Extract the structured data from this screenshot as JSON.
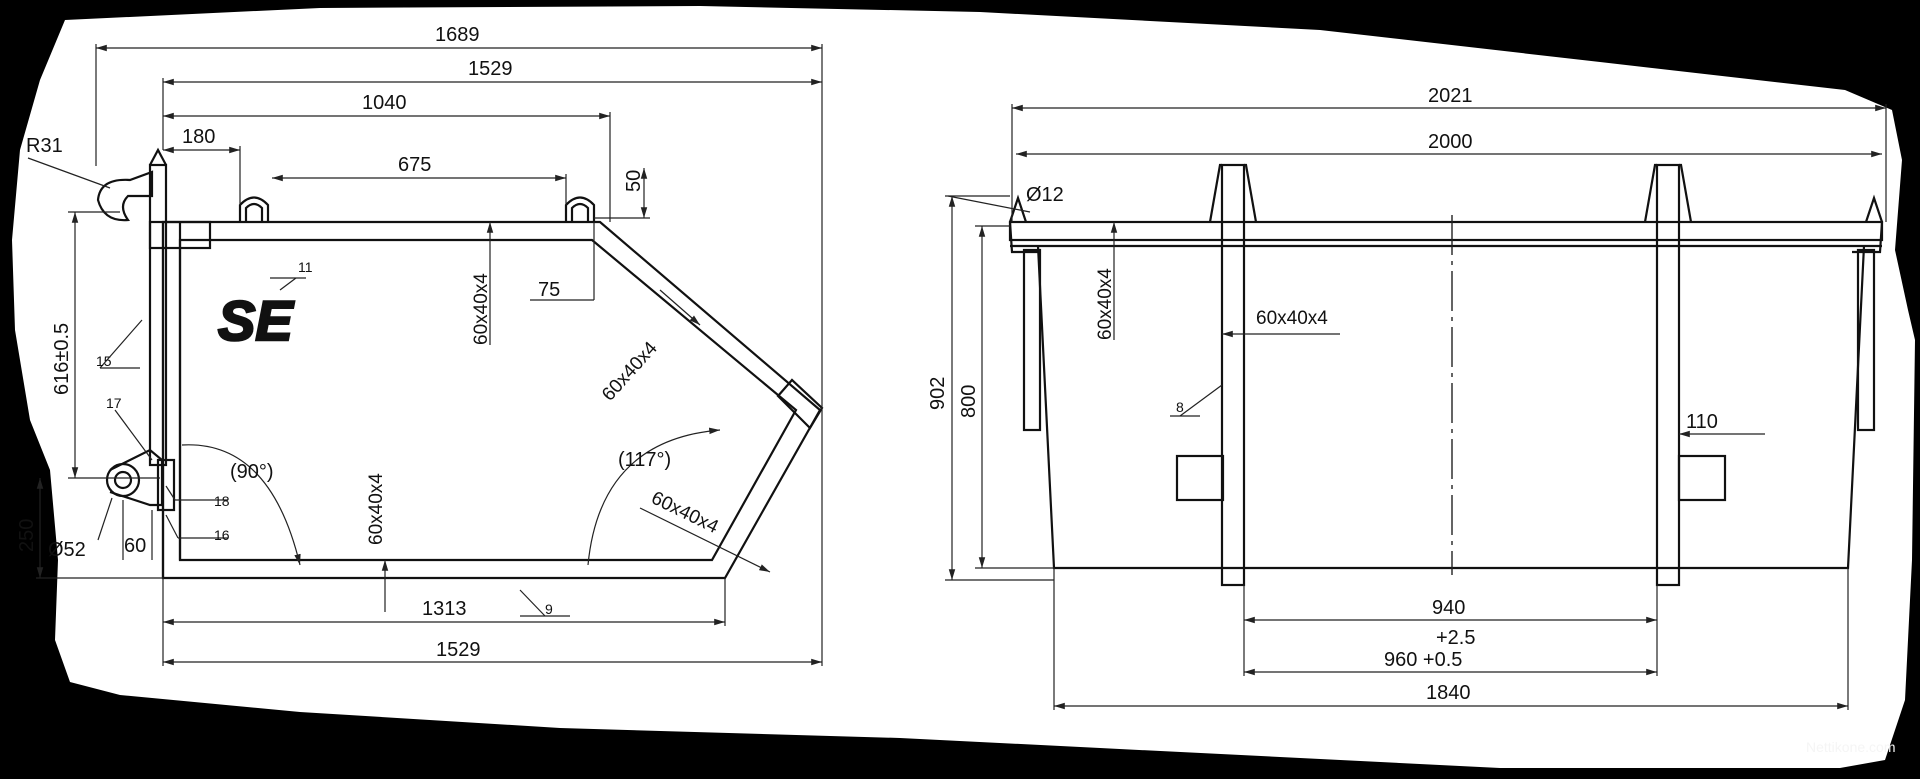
{
  "colors": {
    "background": "#000000",
    "paper": "#ffffff",
    "ink": "#111111",
    "watermark": "#f5f5f5"
  },
  "watermark": "Nettikone.com",
  "side_view": {
    "logo": "SE",
    "dimensions": {
      "overall_length": "1689",
      "top_length": "1529",
      "to_lift_lug": "1040",
      "lug_offset": "180",
      "lug_spacing": "675",
      "lug_height": "50",
      "lug_width": "75",
      "hook_radius": "R31",
      "hook_height": "616±0.5",
      "pin_height": "250",
      "pin_diameter": "Ø52",
      "pin_width": "60",
      "bottom_length": "1313",
      "base_length": "1529",
      "angle_rear": "(90°)",
      "angle_front": "(117°)",
      "profile_top": "60x40x4",
      "profile_slope": "60x40x4",
      "profile_bottom_front": "60x40x4",
      "profile_vertical": "60x40x4"
    },
    "parts": {
      "p11": "11",
      "p15": "15",
      "p17": "17",
      "p18": "18",
      "p16": "16",
      "p9": "9"
    }
  },
  "front_view": {
    "dimensions": {
      "overall_width": "2021",
      "inner_width": "2000",
      "hole_diameter": "Ø12",
      "overall_height": "902",
      "body_height": "800",
      "profile_top": "60x40x4",
      "profile_post": "60x40x4",
      "block_width": "110",
      "post_spacing": "940",
      "tolerance": "+2.5",
      "post_outer": "960 +0.5",
      "base_width": "1840"
    },
    "parts": {
      "p8": "8"
    }
  }
}
